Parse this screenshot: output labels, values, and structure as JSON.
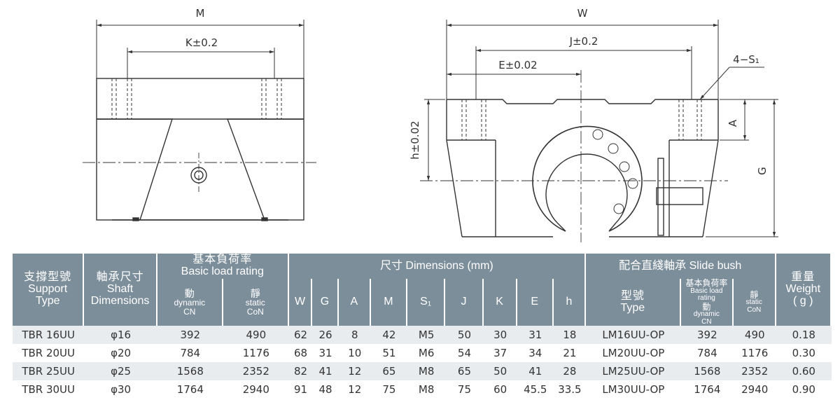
{
  "drawing_labels": {
    "M": "M",
    "K": "K±0.2",
    "W": "W",
    "J": "J±0.2",
    "E": "E±0.02",
    "S": "4−S₁",
    "A": "A",
    "h": "h±0.02",
    "G": "G"
  },
  "table": {
    "headers": {
      "support_zh": "支撐型號",
      "support_en1": "Support",
      "support_en2": "Type",
      "shaft_zh": "軸承尺寸",
      "shaft_en1": "Shaft",
      "shaft_en2": "Dimensions",
      "load_zh": "基本負荷率",
      "load_en": "Basic load rating",
      "dyn_zh": "動",
      "dyn_en1": "dynamic",
      "dyn_en2": "CN",
      "sta_zh": "靜",
      "sta_en1": "static",
      "sta_en2": "CoN",
      "dims": "尺寸 Dimensions (mm)",
      "dim_cols": [
        "W",
        "G",
        "A",
        "M",
        "S₁",
        "J",
        "K",
        "E",
        "h"
      ],
      "bush": "配合直綫軸承 Slide bush",
      "bush_type_zh": "型號",
      "bush_type_en": "Type",
      "bush_load_zh": "基本負荷率",
      "bush_load_en": "Basic load rating",
      "bush_dyn_zh": "動",
      "bush_dyn_en1": "dynamic",
      "bush_dyn_en2": "CN",
      "bush_sta_zh": "靜",
      "bush_sta_en1": "static",
      "bush_sta_en2": "CoN",
      "weight_zh": "重量",
      "weight_en1": "Weight",
      "weight_en2": "( g )"
    },
    "rows": [
      [
        "TBR 16UU",
        "φ16",
        "392",
        "490",
        "62",
        "26",
        "8",
        "42",
        "M5",
        "50",
        "30",
        "31",
        "18",
        "LM16UU-OP",
        "392",
        "490",
        "0.18"
      ],
      [
        "TBR 20UU",
        "φ20",
        "784",
        "1176",
        "68",
        "31",
        "10",
        "51",
        "M6",
        "54",
        "37",
        "34",
        "21",
        "LM20UU-OP",
        "784",
        "1176",
        "0.30"
      ],
      [
        "TBR 25UU",
        "φ25",
        "1568",
        "2352",
        "82",
        "41",
        "12",
        "65",
        "M8",
        "65",
        "50",
        "41",
        "28",
        "LM25UU-OP",
        "1568",
        "2352",
        "0.60"
      ],
      [
        "TBR 30UU",
        "φ30",
        "1764",
        "2940",
        "91",
        "48",
        "12",
        "75",
        "M8",
        "75",
        "60",
        "45.5",
        "33.5",
        "LM30UU-OP",
        "1764",
        "2940",
        "0.90"
      ]
    ]
  }
}
